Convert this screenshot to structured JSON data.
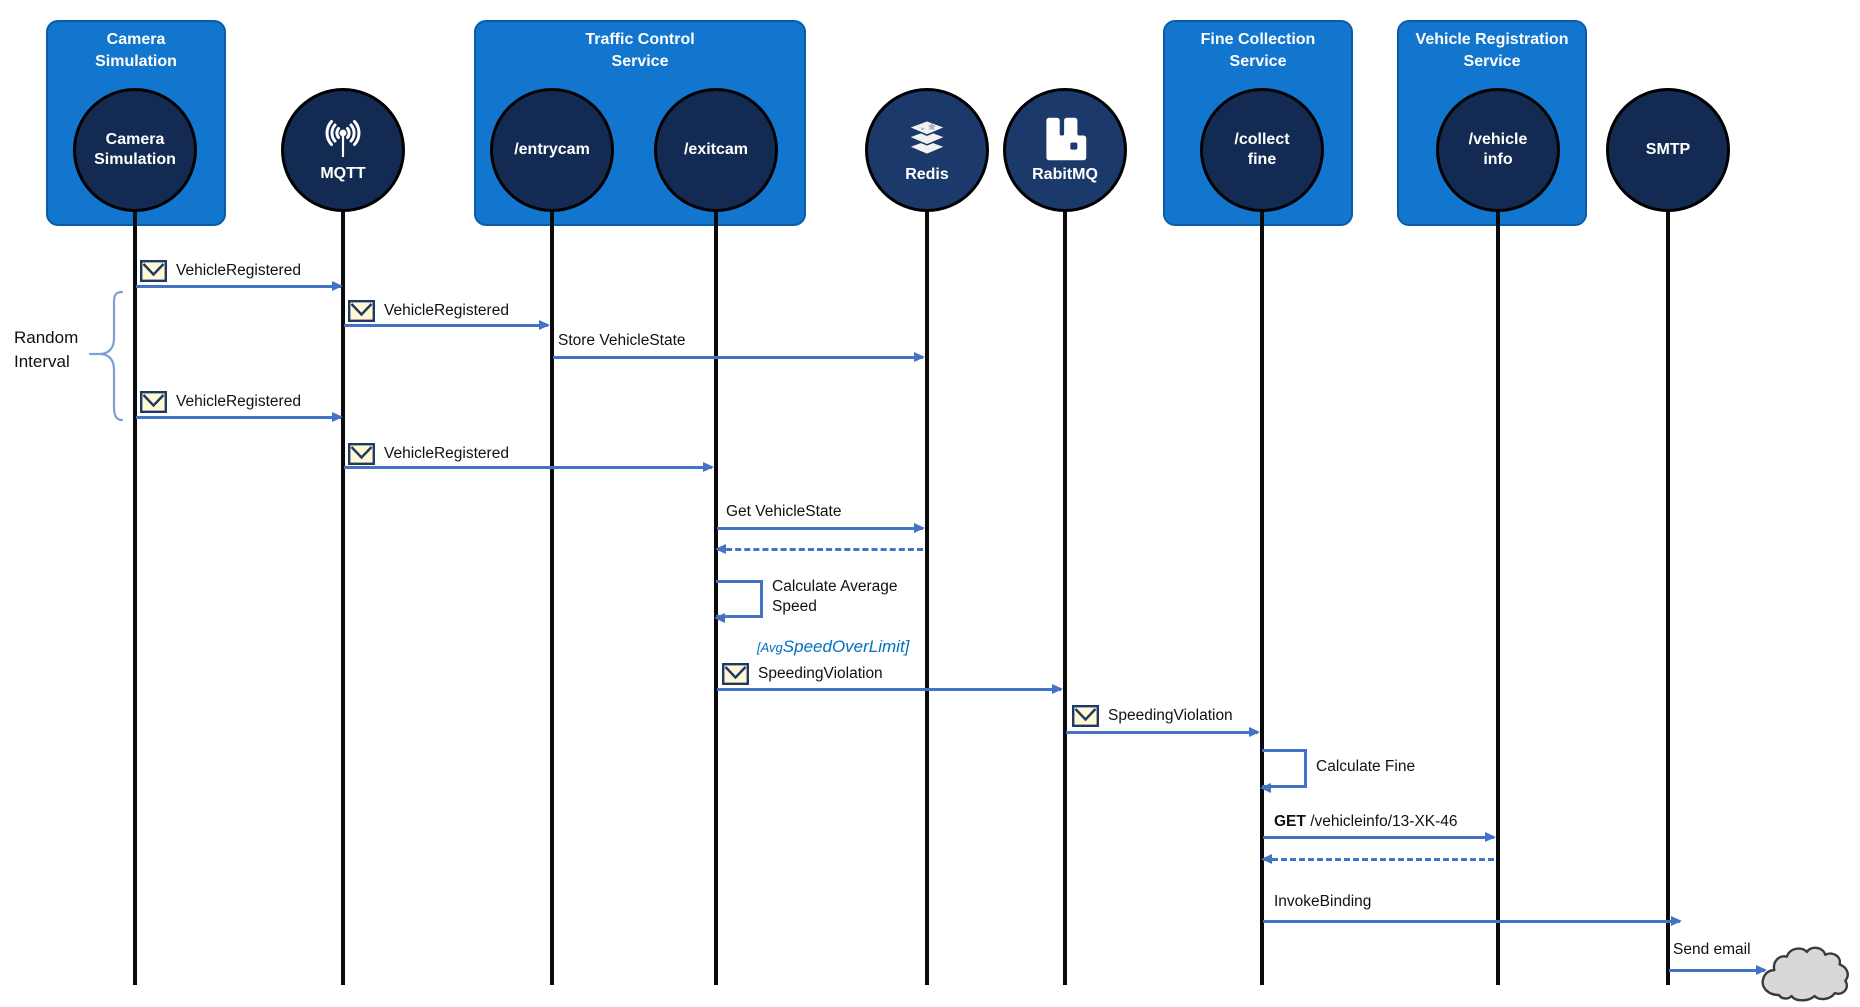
{
  "actors": {
    "camera_box_title": "Camera Simulation",
    "camera_circle_label": "Camera Simulation",
    "mqtt_label": "MQTT",
    "traffic_box_title": "Traffic Control Service",
    "entrycam_label": "/entrycam",
    "exitcam_label": "/exitcam",
    "redis_label": "Redis",
    "rabbitmq_label": "RabitMQ",
    "fine_box_title": "Fine Collection Service",
    "collectfine_label": "/collect fine",
    "vreg_box_title": "Vehicle Registration Service",
    "vehicleinfo_label": "/vehicle info",
    "smtp_label": "SMTP"
  },
  "messages": {
    "m1_label": "VehicleRegistered",
    "m2_label": "VehicleRegistered",
    "m3_label": "Store VehicleState",
    "m4_label": "VehicleRegistered",
    "m5_label": "VehicleRegistered",
    "m6_label": "Get VehicleState",
    "m8_label": "Calculate Average Speed",
    "m9_guard_prefix": "[Avg",
    "m9_guard_main": "SpeedOverLimit]",
    "m9_label": "SpeedingViolation",
    "m10_label": "SpeedingViolation",
    "m11_label": "Calculate Fine",
    "m12_verb": "GET",
    "m12_path": "/vehicleinfo/13-XK-46",
    "m14_label": "InvokeBinding",
    "m15_label": "Send email"
  },
  "annotations": {
    "random_interval": "Random Interval"
  },
  "icons": {
    "mqtt": "broadcast-antenna-icon",
    "redis": "database-stack-icon",
    "rabbitmq": "rabbitmq-logo-icon",
    "message": "envelope-icon",
    "email_target": "cloud-icon"
  },
  "colors": {
    "box_fill": "#1376CE",
    "box_border": "#0B5CA8",
    "circle_fill_dark": "#132A52",
    "circle_fill_light": "#1B3A6B",
    "circle_border": "#000000",
    "arrow_blue": "#4472C4",
    "envelope_fill": "#FFF8D3",
    "envelope_border": "#1F3864",
    "guard_text": "#0070C0",
    "brace": "#7F9FD4",
    "cloud_fill": "#D8D8D8",
    "cloud_border": "#3A3A3A",
    "lifeline": "#000000",
    "text": "#111111"
  }
}
